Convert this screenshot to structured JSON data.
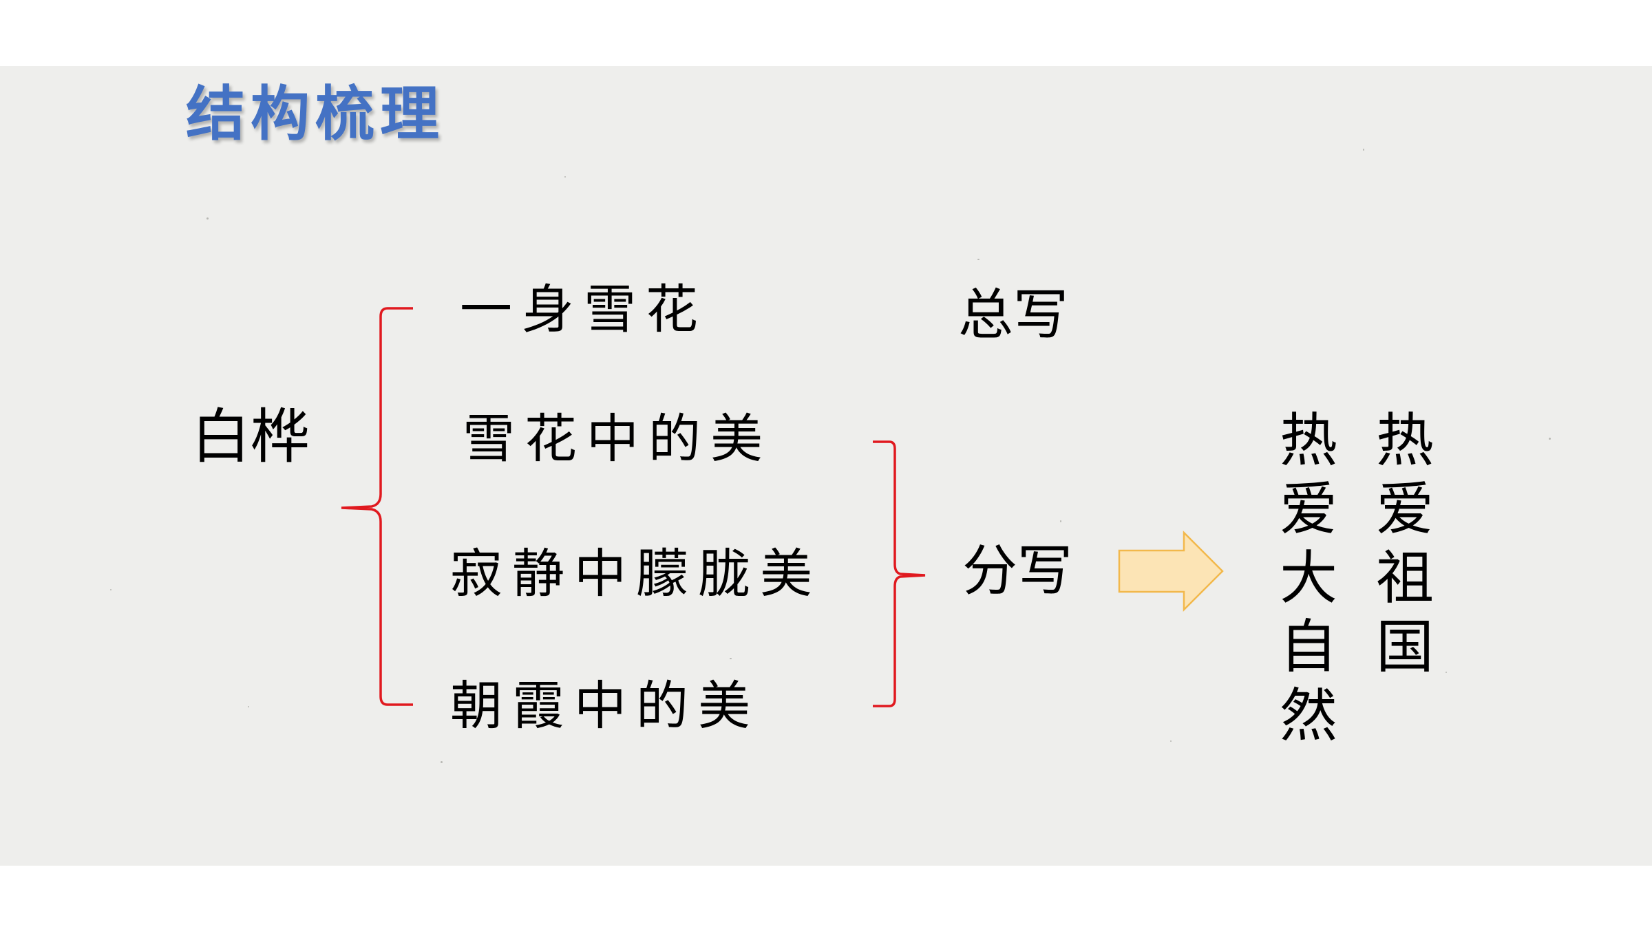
{
  "title": "结构梳理",
  "root": "白桦",
  "branches": [
    "一身雪花",
    "雪花中的美",
    "寂静中朦胧美",
    "朝霞中的美"
  ],
  "summary": {
    "general": "总写",
    "detail": "分写"
  },
  "conclusion": {
    "left": "热爱大自然",
    "right": "热爱祖国"
  },
  "colors": {
    "title": "#4472c4",
    "bracket": "#e0191f",
    "arrow_fill": "#fce4b5",
    "arrow_stroke": "#f2b84b"
  }
}
